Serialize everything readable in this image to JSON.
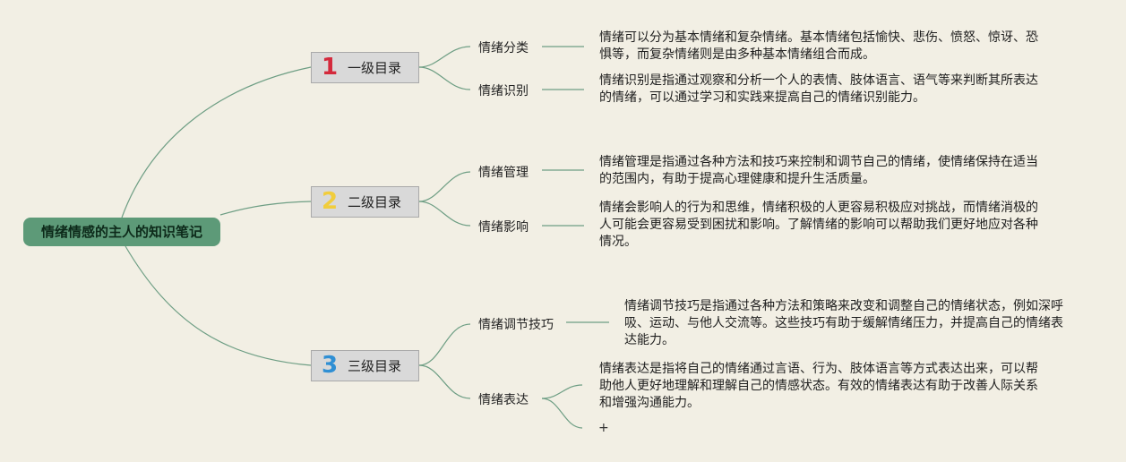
{
  "root": {
    "label": "情绪情感的主人的知识笔记"
  },
  "levels": [
    {
      "num": "1",
      "num_color": "#d42a3c",
      "label": "一级目录",
      "topics": [
        {
          "label": "情绪分类",
          "desc": "情绪可以分为基本情绪和复杂情绪。基本情绪包括愉快、悲伤、愤怒、惊讶、恐惧等，而复杂情绪则是由多种基本情绪组合而成。"
        },
        {
          "label": "情绪识别",
          "desc": "情绪识别是指通过观察和分析一个人的表情、肢体语言、语气等来判断其所表达的情绪，可以通过学习和实践来提高自己的情绪识别能力。"
        }
      ]
    },
    {
      "num": "2",
      "num_color": "#f1cd3c",
      "label": "二级目录",
      "topics": [
        {
          "label": "情绪管理",
          "desc": "情绪管理是指通过各种方法和技巧来控制和调节自己的情绪，使情绪保持在适当的范围内，有助于提高心理健康和提升生活质量。"
        },
        {
          "label": "情绪影响",
          "desc": "情绪会影响人的行为和思维，情绪积极的人更容易积极应对挑战，而情绪消极的人可能会更容易受到困扰和影响。了解情绪的影响可以帮助我们更好地应对各种情况。"
        }
      ]
    },
    {
      "num": "3",
      "num_color": "#2f8fd4",
      "label": "三级目录",
      "topics": [
        {
          "label": "情绪调节技巧",
          "desc": "情绪调节技巧是指通过各种方法和策略来改变和调整自己的情绪状态，例如深呼吸、运动、与他人交流等。这些技巧有助于缓解情绪压力，并提高自己的情绪表达能力。"
        },
        {
          "label": "情绪表达",
          "desc": "情绪表达是指将自己的情绪通过言语、行为、肢体语言等方式表达出来，可以帮助他人更好地理解和理解自己的情感状态。有效的情绪表达有助于改善人际关系和增强沟通能力。"
        }
      ]
    }
  ],
  "add_button": "+",
  "colors": {
    "background": "#f2efe4",
    "root_fill": "#5d9a78",
    "connector": "#6e9e84",
    "level_fill": "#d9d9d9"
  }
}
